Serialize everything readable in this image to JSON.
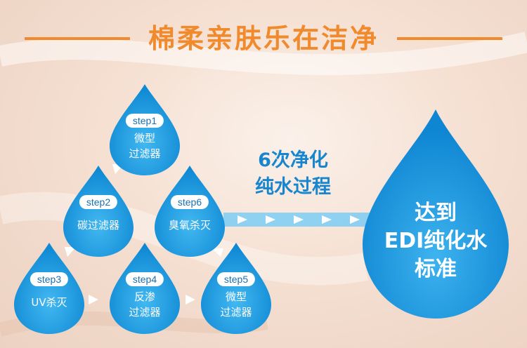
{
  "title": "棉柔亲肤乐在洁净",
  "center_label": [
    "6次净化",
    "纯水过程"
  ],
  "result": [
    "达到",
    "EDI纯化水",
    "标准"
  ],
  "steps": [
    {
      "label": "step1",
      "text": [
        "微型",
        "过滤器"
      ]
    },
    {
      "label": "step2",
      "text": [
        "碳过滤器"
      ]
    },
    {
      "label": "step3",
      "text": [
        "UV杀灭"
      ]
    },
    {
      "label": "step4",
      "text": [
        "反渗",
        "过滤器"
      ]
    },
    {
      "label": "step5",
      "text": [
        "微型",
        "过滤器"
      ]
    },
    {
      "label": "step6",
      "text": [
        "臭氧杀灭"
      ]
    }
  ],
  "colors": {
    "accent": "#f08a2c",
    "drop_light": "#3db3ef",
    "drop_dark": "#0f89d4",
    "label_blue": "#1886cf"
  }
}
